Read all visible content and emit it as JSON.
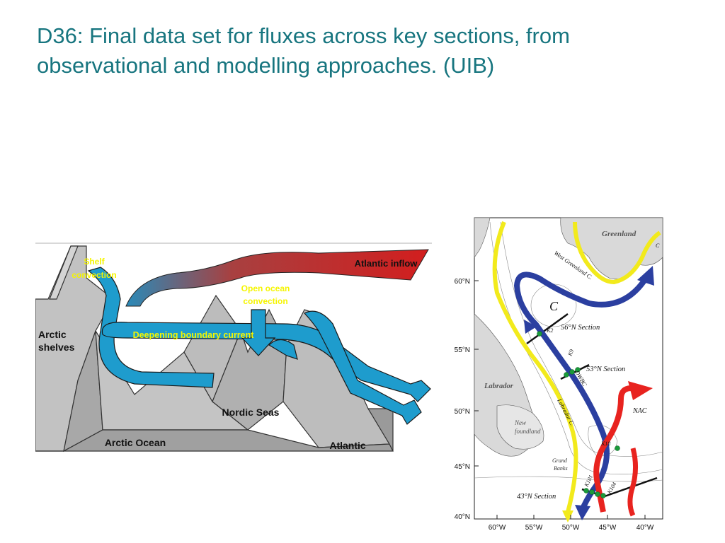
{
  "slide": {
    "title": "D36: Final data set for fluxes across key sections, from observational and modelling approaches. (UIB)"
  },
  "schematic": {
    "labels": {
      "atlantic_inflow": "Atlantic inflow",
      "shelf_convection_1": "Shelf",
      "shelf_convection_2": "convection",
      "open_ocean_1": "Open ocean",
      "open_ocean_2": "convection",
      "deepening": "Deepening boundary current",
      "arctic_shelves_1": "Arctic",
      "arctic_shelves_2": "shelves",
      "nordic_seas": "Nordic Seas",
      "arctic_ocean": "Arctic Ocean",
      "atlantic": "Atlantic"
    },
    "colors": {
      "inflow_red": "#c8201e",
      "flow_blue": "#1e9ccd",
      "terrain": "#b3b3b3",
      "label_yellow": "#f5f500"
    }
  },
  "map": {
    "lat_labels": [
      "60°N",
      "55°N",
      "50°N",
      "45°N",
      "40°N"
    ],
    "lon_labels": [
      "60°W",
      "55°W",
      "50°W",
      "45°W",
      "40°W"
    ],
    "place_labels": {
      "greenland": "Greenland",
      "labrador": "Labrador",
      "newfoundland_1": "New",
      "newfoundland_2": "foundland",
      "grand_banks_1": "Grand",
      "grand_banks_2": "Banks",
      "gyre_center": "C",
      "west_greenland_c": "West Greenland C.",
      "labrador_c": "Labrador C.",
      "dwbc": "DWBC",
      "nac": "NAC",
      "k2": "K2",
      "k9": "K9",
      "k18": "K18",
      "k101": "K101",
      "k104": "K104",
      "small_c": "C"
    },
    "sections": {
      "s56": "56°N Section",
      "s53": "53°N Section",
      "s43": "43°N Section"
    },
    "colors": {
      "yellow_current": "#f2ea1c",
      "blue_current": "#2b3fa0",
      "red_current": "#e8231f",
      "moorings": "#1a9a3a",
      "land": "#d9d9d9"
    }
  }
}
